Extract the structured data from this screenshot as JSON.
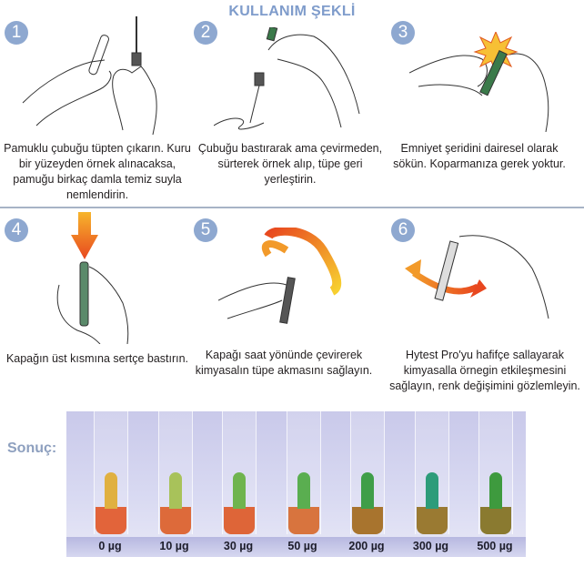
{
  "title": "KULLANIM ŞEKLİ",
  "steps": [
    {
      "number": "1",
      "text": "Pamuklu çubuğu tüpten çıkarın. Kuru bir yüzeyden örnek alınacaksa, pamuğu birkaç damla temiz suyla nemlendirin."
    },
    {
      "number": "2",
      "text": "Çubuğu bastırarak ama çevirmeden, sürterek örnek alıp, tüpe geri yerleştirin."
    },
    {
      "number": "3",
      "text": "Emniyet şeridini dairesel olarak sökün. Koparmanıza gerek yoktur."
    },
    {
      "number": "4",
      "text": "Kapağın üst kısmına sertçe bastırın."
    },
    {
      "number": "5",
      "text": "Kapağı saat yönünde çevirerek kimyasalın tüpe akmasını sağlayın."
    },
    {
      "number": "6",
      "text": "Hytest Pro'yu hafifçe sallayarak kimyasalla örnegin etkileşmesini sağlayın, renk değişimini gözlemleyin."
    }
  ],
  "result": {
    "label": "Sonuç:",
    "tubes": [
      {
        "label": "0 µg",
        "color": "#e2643a",
        "cone": "#e0b040"
      },
      {
        "label": "10 µg",
        "color": "#dd6a3a",
        "cone": "#a8c25a"
      },
      {
        "label": "30 µg",
        "color": "#de6538",
        "cone": "#6fb44e"
      },
      {
        "label": "50 µg",
        "color": "#d8743e",
        "cone": "#5aae50"
      },
      {
        "label": "200 µg",
        "color": "#a8742e",
        "cone": "#3f9e48"
      },
      {
        "label": "300 µg",
        "color": "#9a7a32",
        "cone": "#2d9c7a"
      },
      {
        "label": "500 µg",
        "color": "#8a7a30",
        "cone": "#3e9a3e"
      }
    ]
  }
}
